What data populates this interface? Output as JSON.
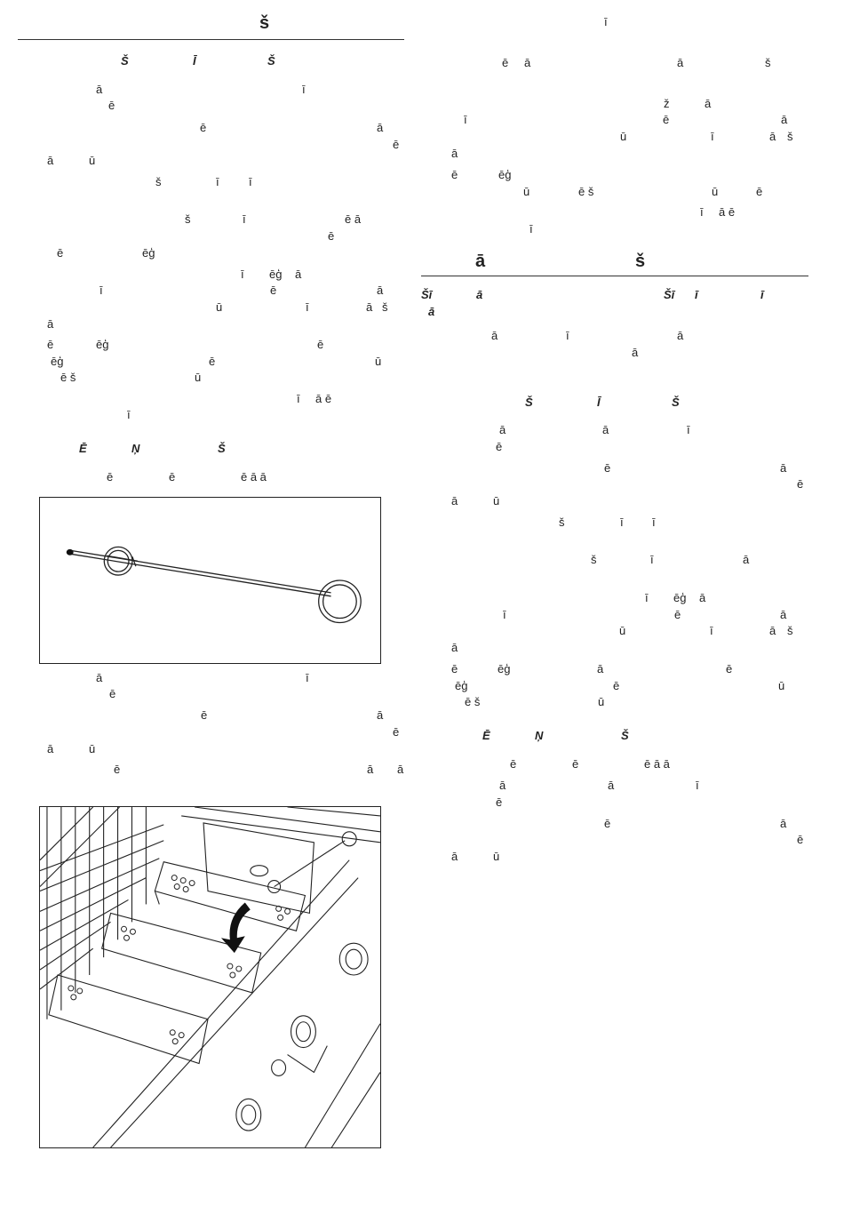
{
  "left_column": {
    "section_title": "š",
    "subheading_1": [
      "Š",
      "Ī",
      "Š"
    ],
    "body_1": [
      [
        "ā",
        "ī"
      ],
      [
        "ē"
      ],
      [
        "ē",
        "ā"
      ],
      [
        "ē"
      ],
      [
        "ā",
        "ū"
      ],
      [
        "š",
        "ī",
        "ī"
      ],
      [
        "š",
        "ī",
        "ē ā"
      ],
      [
        "ē"
      ],
      [
        "ē",
        "ēģ"
      ],
      [
        "ī",
        "ēģ",
        "ā"
      ],
      [
        "ī",
        "ē",
        "ā"
      ],
      [
        "ū",
        "ī",
        "ā",
        "š"
      ],
      [
        "ā"
      ],
      [
        "ē",
        "ēģ",
        "ē"
      ],
      [
        "ēģ",
        "ē",
        "ū"
      ],
      [
        "ē š",
        "ū"
      ],
      [
        "ī",
        "ā ē"
      ],
      [
        "ī"
      ]
    ],
    "subheading_2": [
      "Ē",
      "Ņ",
      "Š"
    ],
    "body_2": [
      "ē",
      "ē",
      "ē ā ā"
    ],
    "body_3": [
      [
        "ā",
        "ī"
      ],
      [
        "ē"
      ],
      [
        "ē",
        "ā"
      ],
      [
        "ē"
      ],
      [
        "ā",
        "ū"
      ],
      [
        "ē",
        "ā",
        "ā"
      ]
    ]
  },
  "right_column": {
    "body_1": [
      [
        "ī"
      ],
      [
        "ē",
        "ā",
        "ā",
        "š"
      ],
      [
        "ž",
        "ā"
      ],
      [
        "ī",
        "ē",
        "ā"
      ],
      [
        "ū",
        "ī",
        "ā",
        "š"
      ],
      [
        "ā"
      ],
      [
        "ē",
        "ēģ"
      ],
      [
        "ū",
        "ē š",
        "ū",
        "ē"
      ],
      [
        "ī",
        "ā ē"
      ],
      [
        "ī"
      ]
    ],
    "section_title": [
      "ā",
      "š"
    ],
    "subheading_1": [
      "Šī",
      "ā",
      "Šī",
      "ī",
      "ī"
    ],
    "subheading_1b": "ā",
    "body_2": [
      [
        "ā",
        "ī",
        "ā"
      ],
      [
        "ā"
      ]
    ],
    "subheading_2": [
      "Š",
      "Ī",
      "Š"
    ],
    "body_3": [
      [
        "ā",
        "ā",
        "ī"
      ],
      [
        "ē"
      ],
      [
        "ē",
        "ā"
      ],
      [
        "ē"
      ],
      [
        "ā",
        "ū"
      ],
      [
        "š",
        "ī",
        "ī"
      ],
      [
        "š",
        "ī",
        "ā"
      ],
      [
        "ī",
        "ēģ",
        "ā"
      ],
      [
        "ī",
        "ē",
        "ā"
      ],
      [
        "ū",
        "ī",
        "ā",
        "š"
      ],
      [
        "ā"
      ],
      [
        "ē",
        "ēģ",
        "ā",
        "ē"
      ],
      [
        "ēģ",
        "ē",
        "ū"
      ],
      [
        "ē š",
        "ū"
      ]
    ],
    "subheading_3": [
      "Ē",
      "Ņ",
      "Š"
    ],
    "body_4": [
      [
        "ē",
        "ē",
        "ē ā ā"
      ],
      [
        "ā",
        "ā",
        "ī"
      ],
      [
        "ē"
      ],
      [
        "ē",
        "ā"
      ],
      [
        "ē"
      ],
      [
        "ā",
        "ū"
      ]
    ]
  }
}
